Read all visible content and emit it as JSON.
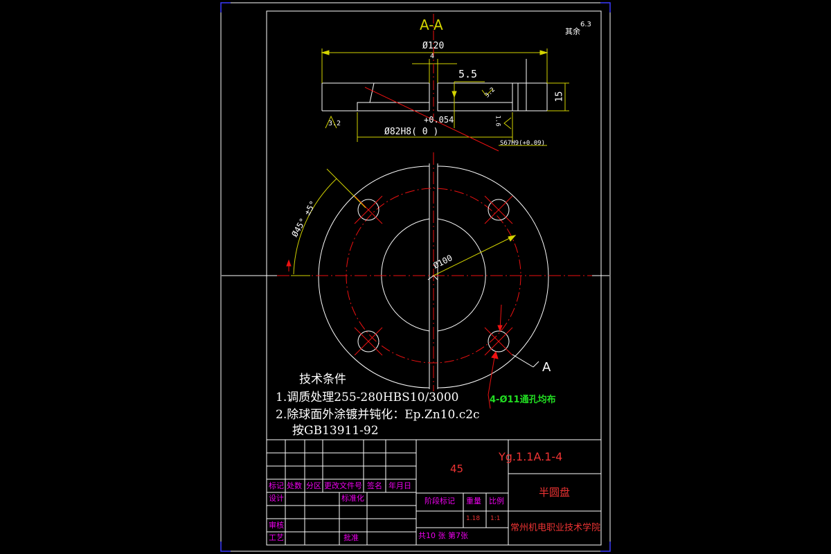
{
  "section_label": "A-A",
  "roughness_rest": {
    "text": "其余",
    "value": "6.3"
  },
  "dims": {
    "d120": "Ø120",
    "d4": "4",
    "d5_5": "5.5",
    "d15": "15",
    "tol": "+0.054",
    "d82": "Ø82H8( 0   )",
    "thread": "S67H9(+0.09)",
    "r32": "3.2",
    "r32b": "3.2",
    "r1_6": "1.6",
    "angle": "Ø45° ±5°",
    "d100": "Ø100",
    "view_a": "A"
  },
  "hole_note": "4-Ø11通孔均布",
  "tech": {
    "title": "技术条件",
    "line1": "1.调质处理255-280HBS10/3000",
    "line2": "2.除球面外涂镀并钝化：Ep.Zn10.c2c",
    "line3": "按GB13911-92"
  },
  "titleblock": {
    "material": "45",
    "drawing_no": "Yg.1.1A.1-4",
    "part_name": "半圆盘",
    "school": "常州机电职业技术学院",
    "headers": [
      "标记",
      "处数",
      "分区",
      "更改文件号",
      "签名",
      "年月日"
    ],
    "design": "设计",
    "standard": "标准化",
    "review": "审核",
    "process": "工艺",
    "approve": "批准",
    "stage_mark": "阶段标记",
    "weight": "重量",
    "scale": "比例",
    "weight_val": "1.18",
    "scale_val": "1:1",
    "sheets": "共10  张  第7张"
  }
}
